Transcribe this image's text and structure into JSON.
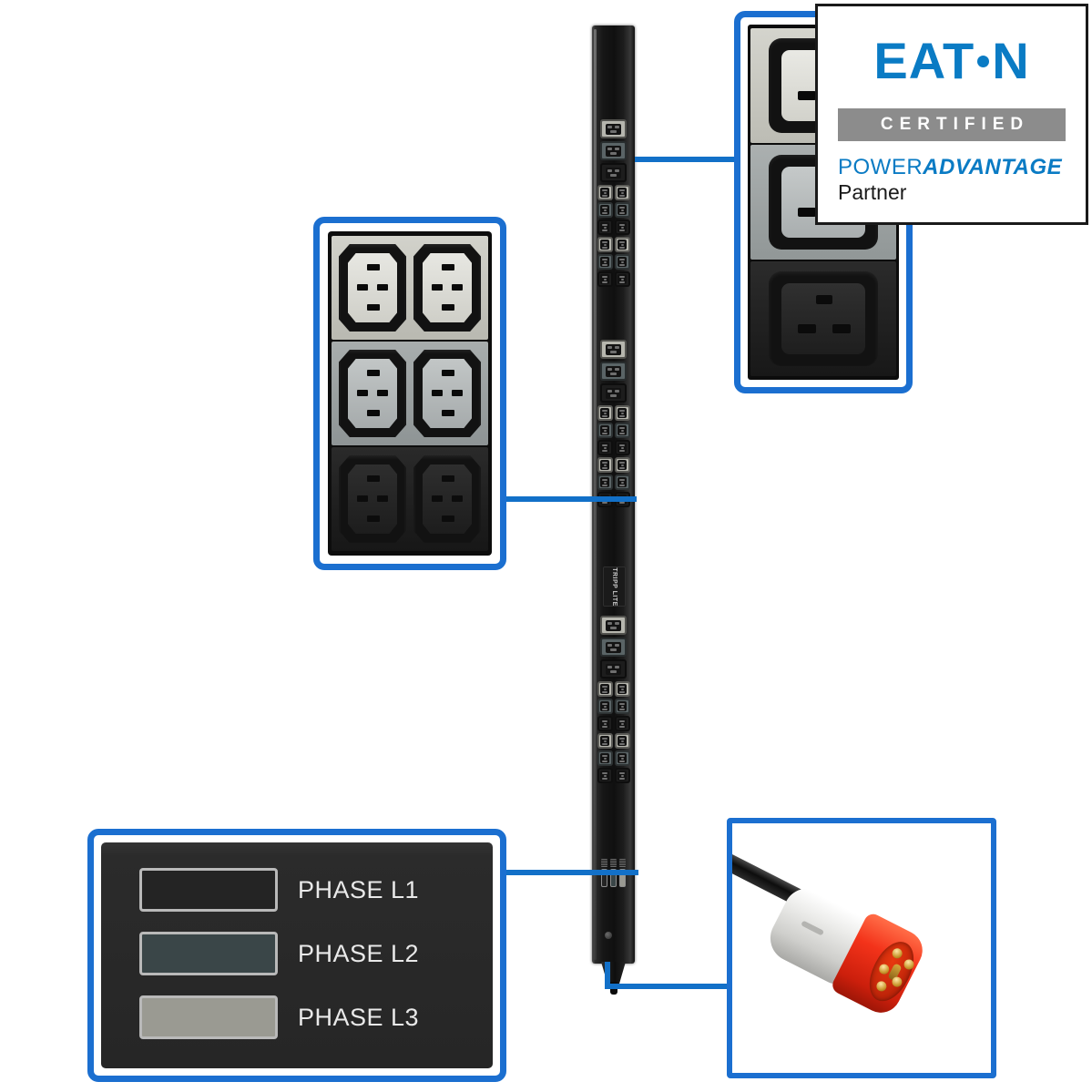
{
  "image": {
    "subject": "3-phase vertical rack PDU with outlet and plug detail callouts",
    "background_color": "#ffffff",
    "accent_color": "#1b6fd0",
    "connector_color": "#1270c8"
  },
  "pdu": {
    "name": "vertical-pdu-strip",
    "brand_text": "TRIPP LITE",
    "body_color": "#121212",
    "banks": [
      {
        "label": "bank-1",
        "c19_outlets": [
          {
            "phase": "L3",
            "bezel_color": "#b6b6ae"
          },
          {
            "phase": "L2",
            "bezel_color": "#5a6466"
          },
          {
            "phase": "L1",
            "bezel_color": "#1d1d1d"
          }
        ],
        "c13_rows": [
          {
            "phase": "L3",
            "bezel_color": "#b6b6ae",
            "count": 2
          },
          {
            "phase": "L2",
            "bezel_color": "#5a6466",
            "count": 2
          },
          {
            "phase": "L1",
            "bezel_color": "#1d1d1d",
            "count": 2
          },
          {
            "phase": "L3",
            "bezel_color": "#b6b6ae",
            "count": 2
          },
          {
            "phase": "L2",
            "bezel_color": "#5a6466",
            "count": 2
          },
          {
            "phase": "L1",
            "bezel_color": "#1d1d1d",
            "count": 2
          }
        ]
      },
      {
        "label": "bank-2",
        "c19_outlets": [
          {
            "phase": "L3",
            "bezel_color": "#b6b6ae"
          },
          {
            "phase": "L2",
            "bezel_color": "#5a6466"
          },
          {
            "phase": "L1",
            "bezel_color": "#1d1d1d"
          }
        ],
        "c13_rows": [
          {
            "phase": "L3",
            "bezel_color": "#b6b6ae",
            "count": 2
          },
          {
            "phase": "L2",
            "bezel_color": "#5a6466",
            "count": 2
          },
          {
            "phase": "L1",
            "bezel_color": "#1d1d1d",
            "count": 2
          },
          {
            "phase": "L3",
            "bezel_color": "#b6b6ae",
            "count": 2
          },
          {
            "phase": "L2",
            "bezel_color": "#5a6466",
            "count": 2
          },
          {
            "phase": "L1",
            "bezel_color": "#1d1d1d",
            "count": 2
          }
        ]
      },
      {
        "label": "bank-3",
        "c19_outlets": [
          {
            "phase": "L3",
            "bezel_color": "#b6b6ae"
          },
          {
            "phase": "L2",
            "bezel_color": "#5a6466"
          },
          {
            "phase": "L1",
            "bezel_color": "#1d1d1d"
          }
        ],
        "c13_rows": [
          {
            "phase": "L3",
            "bezel_color": "#b6b6ae",
            "count": 2
          },
          {
            "phase": "L2",
            "bezel_color": "#5a6466",
            "count": 2
          },
          {
            "phase": "L1",
            "bezel_color": "#1d1d1d",
            "count": 2
          },
          {
            "phase": "L3",
            "bezel_color": "#b6b6ae",
            "count": 2
          },
          {
            "phase": "L2",
            "bezel_color": "#5a6466",
            "count": 2
          },
          {
            "phase": "L1",
            "bezel_color": "#1d1d1d",
            "count": 2
          }
        ]
      }
    ],
    "phase_indicator_bars": [
      {
        "phase": "L1",
        "color": "#242424"
      },
      {
        "phase": "L2",
        "color": "#3a4648"
      },
      {
        "phase": "L3",
        "color": "#9a9a92"
      }
    ]
  },
  "callouts": {
    "c13_outlets": {
      "name": "c13-outlet-detail",
      "bands": [
        {
          "phase": "L3",
          "band_color": "#c8c8c1",
          "outlet_type": "C13",
          "outlet_count": 2
        },
        {
          "phase": "L2",
          "band_color": "#9ba1a2",
          "outlet_type": "C13",
          "outlet_count": 2
        },
        {
          "phase": "L1",
          "band_color": "#202020",
          "outlet_type": "C13",
          "outlet_count": 2
        }
      ]
    },
    "c19_outlets": {
      "name": "c19-outlet-detail",
      "bands": [
        {
          "phase": "L3",
          "band_color": "#c8c8c1",
          "outlet_type": "C19",
          "outlet_count": 1
        },
        {
          "phase": "L2",
          "band_color": "#9ea3a4",
          "outlet_type": "C19",
          "outlet_count": 1
        },
        {
          "phase": "L1",
          "band_color": "#212121",
          "outlet_type": "C19",
          "outlet_count": 1
        }
      ]
    },
    "phase_legend": {
      "name": "phase-color-legend",
      "rows": [
        {
          "label": "PHASE L1",
          "swatch_color": "#242424"
        },
        {
          "label": "PHASE L2",
          "swatch_color": "#3a4648"
        },
        {
          "label": "PHASE L3",
          "swatch_color": "#9a9a92"
        }
      ]
    },
    "input_plug": {
      "name": "input-plug-detail",
      "plug_type": "IEC 60309 3-phase pin-and-sleeve",
      "pin_count": 5,
      "collar_color": "#e8380f",
      "grip_color": "#ececea",
      "cable_color": "#121212"
    }
  },
  "badge": {
    "name": "eaton-certified-badge",
    "brand": "EAT",
    "brand_end": "N",
    "certified": "CERTIFIED",
    "power": "POWER",
    "advantage": "ADVANTAGE",
    "partner": "Partner",
    "brand_color": "#0a7bc4",
    "certified_bg": "#8c8c8c"
  }
}
